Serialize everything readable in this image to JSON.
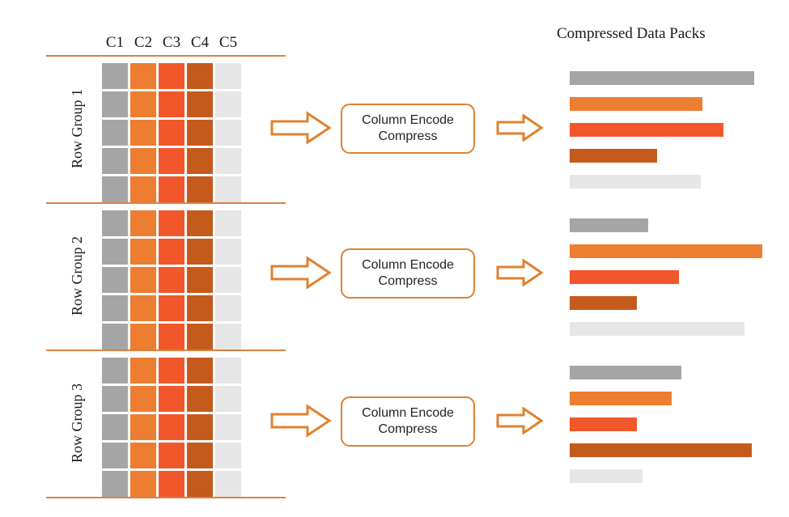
{
  "diagram": {
    "title_right": "Compressed Data Packs",
    "column_headers": [
      "C1",
      "C2",
      "C3",
      "C4",
      "C5"
    ],
    "row_group_labels": [
      "Row Group 1",
      "Row Group 2",
      "Row Group 3"
    ],
    "process_box": {
      "line1": "Column Encode",
      "line2": "Compress"
    },
    "arrows": {
      "left_arrow_name": "right-arrow-to-encoder",
      "right_arrow_name": "right-arrow-to-packs"
    }
  },
  "colors": {
    "c1_gray": "#a5a5a5",
    "c2_orange": "#ed7d31",
    "c3_red_orange": "#f1572a",
    "c4_dark_orange": "#c55a1d",
    "c5_light_gray": "#e7e6e6",
    "rule_orange": "#d98242",
    "box_border": "#e0812f",
    "arrow_stroke": "#e0812f",
    "text_dark": "#191919",
    "background": "#ffffff"
  },
  "chart_data": {
    "type": "bar",
    "title": "Compressed Data Packs",
    "orientation": "horizontal",
    "xlabel": "",
    "ylabel": "",
    "grid": false,
    "legend": false,
    "categories": [
      "C1",
      "C2",
      "C3",
      "C4",
      "C5"
    ],
    "xlim": [
      0,
      240
    ],
    "groups": [
      {
        "name": "Row Group 1",
        "values": [
          228,
          164,
          190,
          108,
          162
        ]
      },
      {
        "name": "Row Group 2",
        "values": [
          97,
          238,
          135,
          83,
          216
        ]
      },
      {
        "name": "Row Group 3",
        "values": [
          138,
          126,
          83,
          225,
          90
        ]
      }
    ]
  },
  "grid_matrix": {
    "rows_per_group": 5,
    "columns": 5,
    "column_color_keys": [
      "c1_gray",
      "c2_orange",
      "c3_red_orange",
      "c4_dark_orange",
      "c5_light_gray"
    ]
  }
}
